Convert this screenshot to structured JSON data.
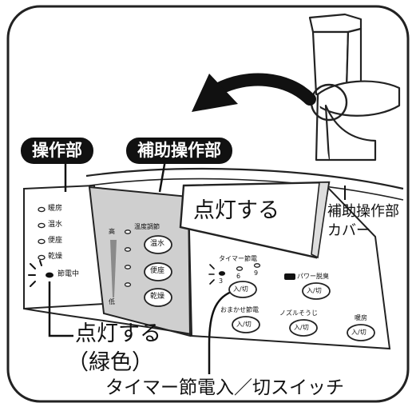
{
  "labels": {
    "operation_section": "操作部",
    "aux_operation_section": "補助操作部",
    "lights_up_top": "点灯する",
    "lights_up_bottom": "点灯する",
    "green_note": "（緑色）",
    "aux_cover_line1": "補助操作部",
    "aux_cover_line2": "カバー",
    "timer_switch": "タイマー節電入／切スイッチ"
  },
  "main_panel": {
    "items": [
      "暖房",
      "温水",
      "便座",
      "乾燥",
      "節電中"
    ]
  },
  "aux_panel": {
    "temp_label": "温度調節",
    "buttons": [
      "温水",
      "便座",
      "乾燥"
    ],
    "high_mark": "高",
    "low_mark": "低"
  },
  "timer_panel": {
    "title": "タイマー節電",
    "digits": [
      "3",
      "6",
      "9"
    ],
    "onoff_label": "入/切",
    "power_saving_label": "パワー脱臭",
    "auto_clean_label": "おまかせ節電",
    "nozzle_clean_label": "ノズルそうじ",
    "heating_label": "暖房"
  }
}
